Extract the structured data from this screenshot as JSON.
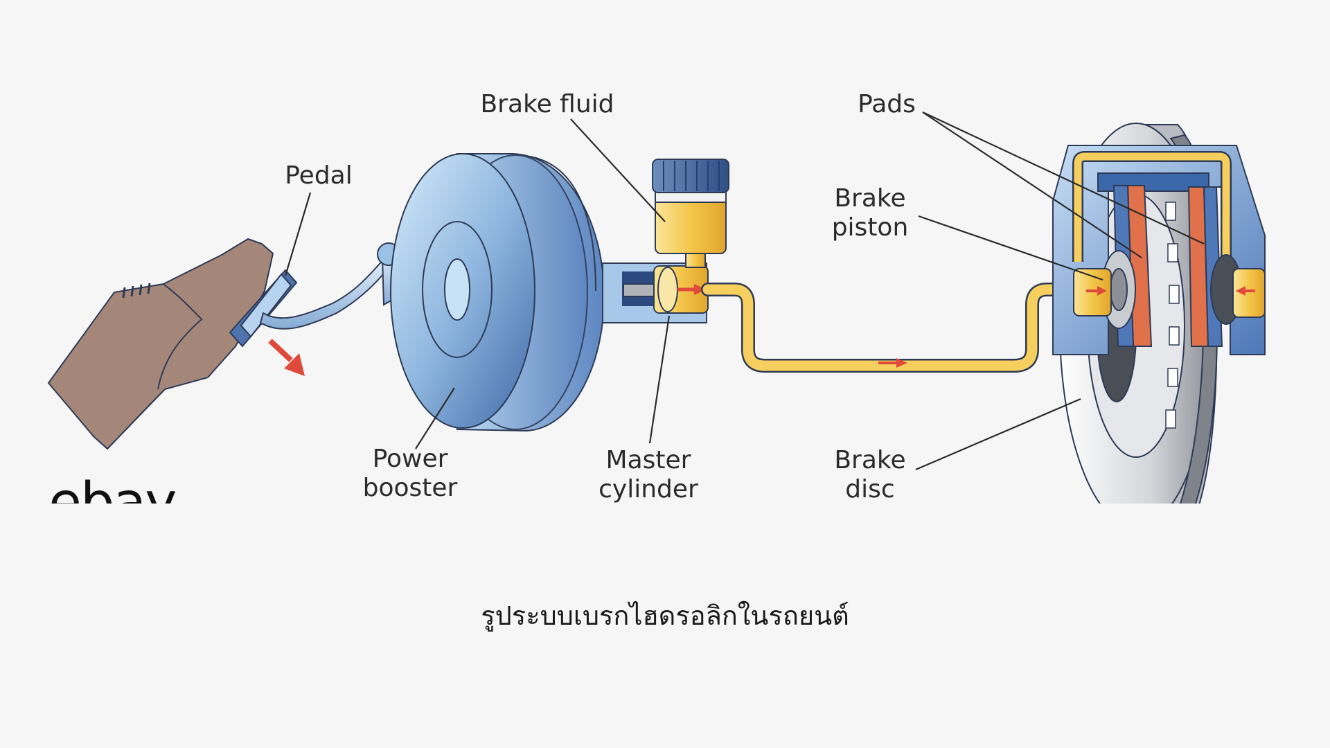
{
  "labels": {
    "pedal": "Pedal",
    "brake_fluid": "Brake fluid",
    "pads": "Pads",
    "brake_piston_1": "Brake",
    "brake_piston_2": "piston",
    "power_booster_1": "Power",
    "power_booster_2": "booster",
    "master_cylinder_1": "Master",
    "master_cylinder_2": "cylinder",
    "brake_disc_1": "Brake",
    "brake_disc_2": "disc"
  },
  "watermark": "ebay",
  "caption": "รูประบบเบรกไฮดรอลิกในรถยนต์",
  "colors": {
    "background": "#f6f6f6",
    "booster_blue": "#8fb7df",
    "fluid_yellow": "#f4c64a",
    "arrow_red": "#e04a3a",
    "shoe_brown": "#a5877a",
    "pad_orange": "#e0714a"
  }
}
